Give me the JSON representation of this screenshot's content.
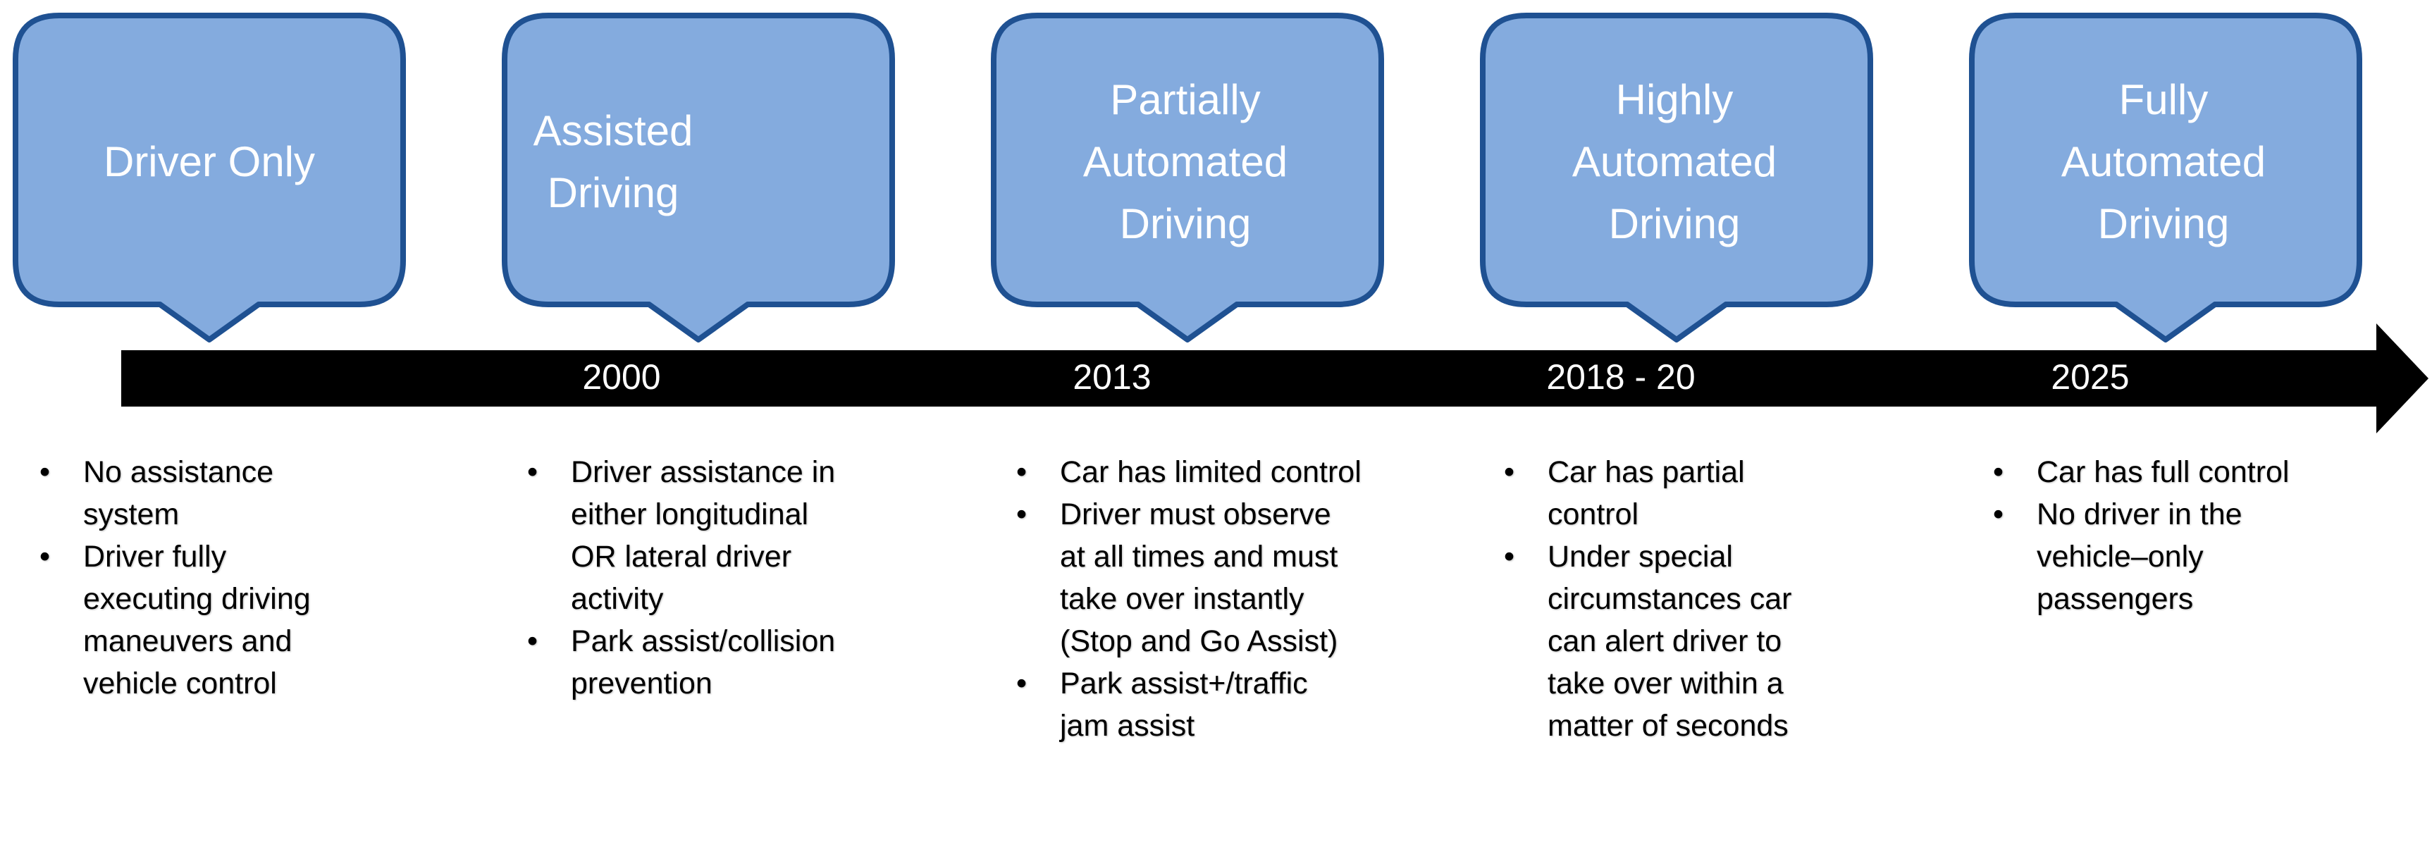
{
  "colors": {
    "bubble_fill": "#84ABDE",
    "bubble_stroke": "#1F5192",
    "arrow": "#000000",
    "text_light": "#ffffff",
    "text_dark": "#000000"
  },
  "stages": [
    {
      "title": "Driver Only",
      "year": "",
      "bullets": [
        "No assistance system",
        "Driver fully executing driving maneuvers and vehicle control"
      ]
    },
    {
      "title": "Assisted\nDriving",
      "year": "2000",
      "bullets": [
        "Driver assistance in either longitudinal OR lateral driver activity",
        "Park assist/collision prevention"
      ]
    },
    {
      "title": "Partially\nAutomated\nDriving",
      "year": "2013",
      "bullets": [
        "Car has limited control",
        "Driver must observe at all times and must take over instantly (Stop and Go Assist)",
        "Park assist+/traffic jam assist"
      ]
    },
    {
      "title": "Highly\nAutomated\nDriving",
      "year": "2018 - 20",
      "bullets": [
        "Car has partial control",
        "Under special circumstances car can alert driver to take over within a matter of seconds"
      ]
    },
    {
      "title": "Fully\nAutomated\nDriving",
      "year": "2025",
      "bullets": [
        "Car has full control",
        "No driver in the vehicle–only passengers"
      ]
    }
  ]
}
